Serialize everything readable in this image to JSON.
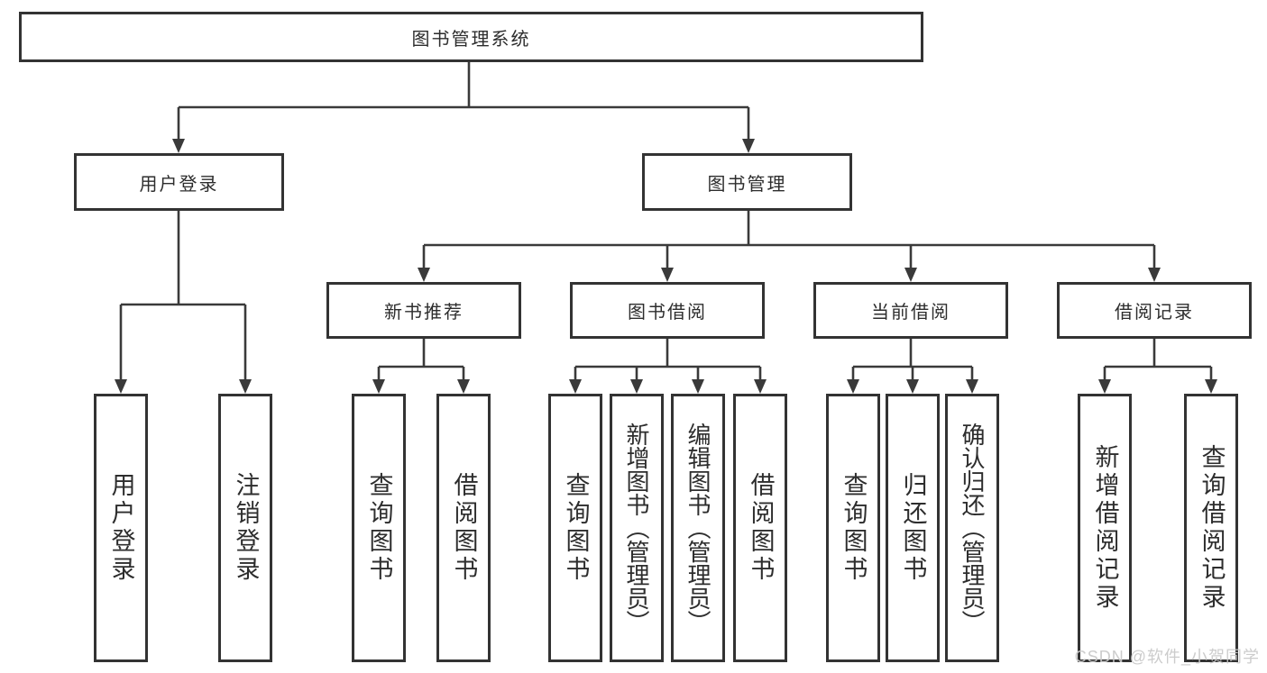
{
  "diagram": {
    "root": "图书管理系统",
    "level2": {
      "user_login": "用户登录",
      "book_management": "图书管理"
    },
    "level3": {
      "new_book_recommend": "新书推荐",
      "book_borrow": "图书借阅",
      "current_borrow": "当前借阅",
      "borrow_record": "借阅记录"
    },
    "leaves": {
      "user_login": "用户登录",
      "logout": "注销登录",
      "recommend_query_book": "查询图书",
      "recommend_borrow_book": "借阅图书",
      "borrow_query_book": "查询图书",
      "borrow_add_book": "新增图书（管理员）",
      "borrow_edit_book": "编辑图书（管理员）",
      "borrow_borrow_book": "借阅图书",
      "current_query_book": "查询图书",
      "current_return_book": "归还图书",
      "current_confirm_return": "确认归还（管理员）",
      "record_add_record": "新增借阅记录",
      "record_query_record": "查询借阅记录"
    }
  },
  "watermark": "CSDN @软件_小贺同学",
  "colors": {
    "line": "#3a3a3a",
    "border": "#333333",
    "text": "#2d2d2d",
    "watermark": "#c9c9c9",
    "background": "#ffffff"
  }
}
